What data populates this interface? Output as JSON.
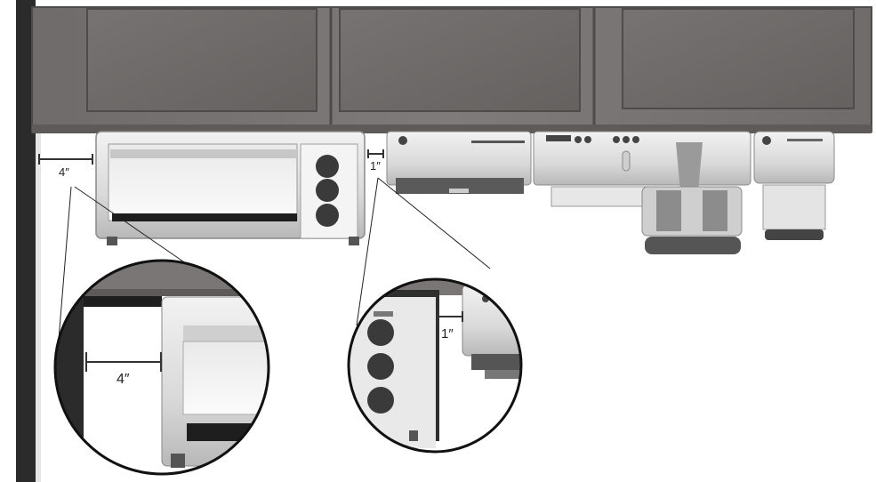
{
  "diagram": {
    "labels": {
      "wall_clearance": "4″",
      "appliance_gap": "1″",
      "zoom_wall_clearance": "4″",
      "zoom_appliance_gap": "1″"
    },
    "colors": {
      "cabinet": "#7b7776",
      "cabinet_panel": "#6e6a69",
      "cabinet_edge": "#4f4b4a",
      "wall": "#2b2b2b",
      "appliance_body": "#dedede",
      "appliance_dark": "#3a3a3a",
      "dimension_line": "#333333"
    }
  }
}
